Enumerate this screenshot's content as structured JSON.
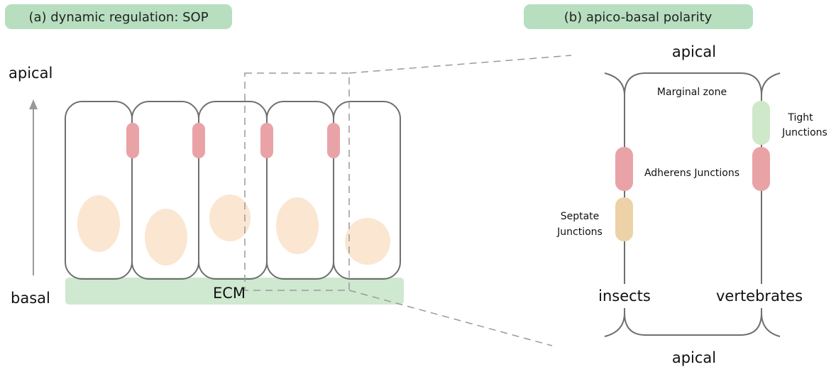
{
  "panel_a": {
    "title": "(a) dynamic regulation: SOP",
    "apical_label": "apical",
    "basal_label": "basal",
    "ecm_label": "ECM"
  },
  "panel_b": {
    "title": "(b) apico-basal polarity",
    "apical_top": "apical",
    "apical_bottom": "apical",
    "marginal_zone": "Marginal zone",
    "tight_junctions_line1": "Tight",
    "tight_junctions_line2": "Junctions",
    "adherens_junctions": "Adherens Junctions",
    "septate_junctions_line1": "Septate",
    "septate_junctions_line2": "Junctions",
    "insects_label": "insects",
    "vertebrates_label": "vertebrates"
  },
  "colors": {
    "title_pill": "#b7dfbf",
    "ecm": "#cfe8d0",
    "cell_outline": "#6f6f6f",
    "adherens": "#e9a3a6",
    "tight": "#cfe8c9",
    "septate": "#ecd2a6",
    "nucleus": "#fbe6d2",
    "arrow": "#999999",
    "dashed": "#9a9a9a"
  }
}
